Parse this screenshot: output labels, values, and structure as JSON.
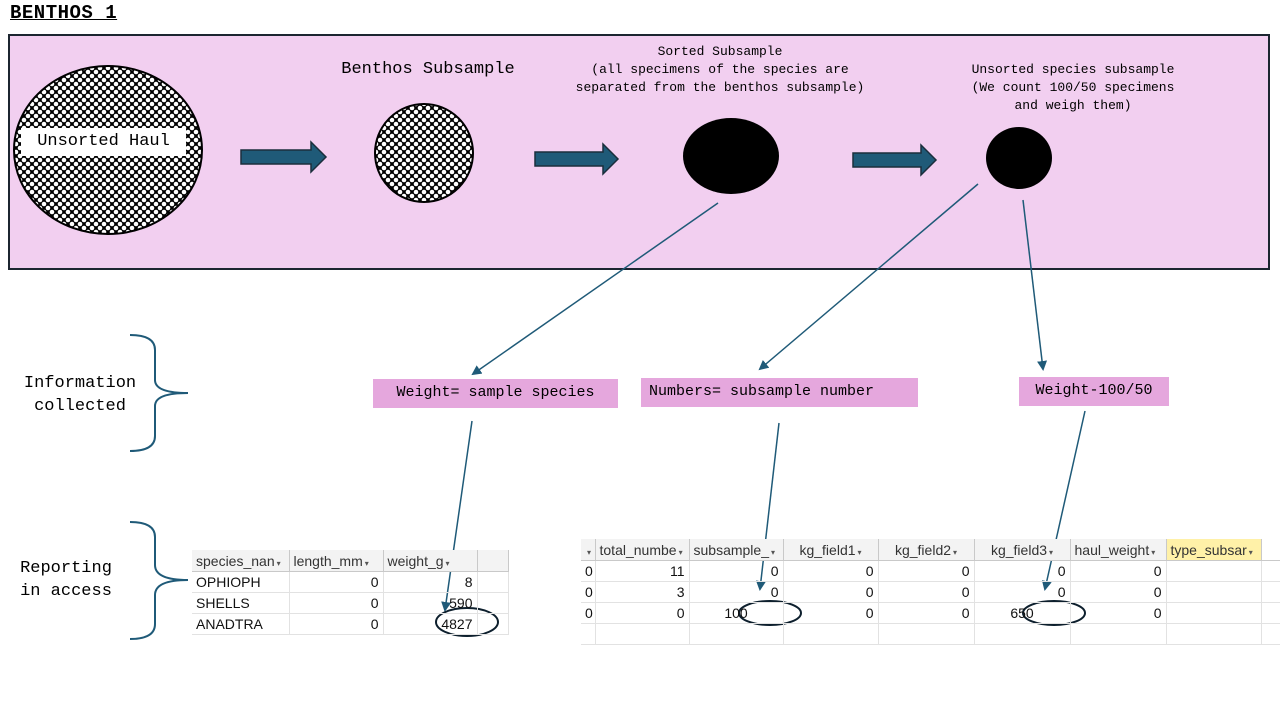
{
  "title": "BENTHOS_1",
  "stages": {
    "haul_label": "Unsorted Haul",
    "subsample_label": "Benthos Subsample",
    "sorted_label": "Sorted Subsample\n(all specimens of the species are\nseparated from the benthos subsample)",
    "unsorted_label": "Unsorted species subsample\n(We count 100/50 specimens\nand weigh them)"
  },
  "side_labels": {
    "information": "Information\ncollected",
    "reporting": "Reporting\nin access"
  },
  "info_boxes": {
    "weight": "Weight= sample species",
    "numbers": "Numbers= subsample number",
    "weight100": "Weight-100/50"
  },
  "left_table": {
    "headers": [
      "species_nan",
      "length_mm",
      "weight_g"
    ],
    "rows": [
      [
        "OPHIOPH",
        "0",
        "8"
      ],
      [
        "SHELLS",
        "0",
        "590"
      ],
      [
        "ANADTRA",
        "0",
        "4827"
      ]
    ]
  },
  "right_table": {
    "headers": [
      "",
      "total_numbe",
      "subsample_",
      "kg_field1",
      "kg_field2",
      "kg_field3",
      "haul_weight",
      "type_subsar"
    ],
    "rows": [
      [
        "0",
        "11",
        "0",
        "0",
        "0",
        "0",
        "0",
        ""
      ],
      [
        "0",
        "3",
        "0",
        "0",
        "0",
        "0",
        "0",
        ""
      ],
      [
        "0",
        "0",
        "100",
        "0",
        "0",
        "650",
        "0",
        ""
      ]
    ]
  },
  "colors": {
    "stage_background": "#f2cff0",
    "info_box": "#e5a7dd",
    "arrow": "#1f5a78",
    "highlight_column": "#fff1a8"
  }
}
